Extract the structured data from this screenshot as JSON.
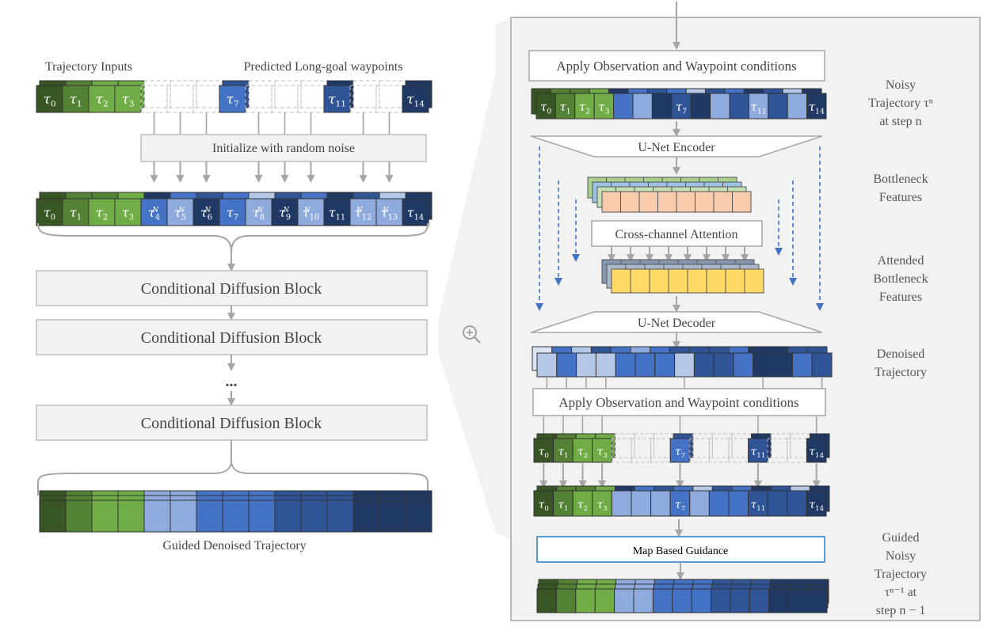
{
  "left": {
    "trajectory_inputs": "Trajectory Inputs",
    "predicted_waypoints": "Predicted Long-goal waypoints",
    "init_noise": "Initialize with random noise",
    "blocks": [
      "Conditional Diffusion Block",
      "Conditional Diffusion Block",
      "Conditional Diffusion Block"
    ],
    "ellipsis": "...",
    "output_label": "Guided Denoised Trajectory",
    "input_tokens": [
      "τ0",
      "τ1",
      "τ2",
      "τ3",
      "τ7",
      "τ11",
      "τ14"
    ],
    "noised_tokens": [
      "τ0",
      "τ1",
      "τ2",
      "τ3",
      "τ4N",
      "τ5N",
      "τ6N",
      "τ7",
      "τ8N",
      "τ9N",
      "τ10N",
      "τ11",
      "τ12N",
      "τ13N",
      "τ14"
    ]
  },
  "zoom_icon": "zoom-in-icon",
  "right": {
    "apply_conditions_top": "Apply Observation and Waypoint conditions",
    "unet_encoder": "U-Net Encoder",
    "cross_channel_attention": "Cross-channel Attention",
    "unet_decoder": "U-Net Decoder",
    "apply_conditions_mid": "Apply Observation and Waypoint conditions",
    "map_guidance": "Map Based Guidance",
    "side_labels": {
      "noisy_trajectory": [
        "Noisy",
        "Trajectory τⁿ",
        "at step n"
      ],
      "bottleneck": [
        "Bottleneck",
        "Features"
      ],
      "attended": [
        "Attended",
        "Bottleneck",
        "Features"
      ],
      "denoised": [
        "Denoised",
        "Trajectory"
      ],
      "guided": [
        "Guided",
        "Noisy",
        "Trajectory",
        "τⁿ⁻¹ at",
        "step n − 1"
      ]
    }
  },
  "colors": {
    "green_dark": "#375623",
    "green_mid": "#548235",
    "green_light": "#70ad47",
    "blue_dark": "#1f3864",
    "blue_mid": "#2f5597",
    "blue": "#4472c4",
    "blue_light": "#8faadc",
    "blue_pale": "#b4c7e7",
    "salmon": "#f8cbad",
    "yellow": "#ffd966",
    "panel_bg": "#f2f2f2",
    "arrow": "#a6a6a6",
    "dash_arrow": "#4472c4",
    "guidance_border": "#5b9bd5"
  }
}
